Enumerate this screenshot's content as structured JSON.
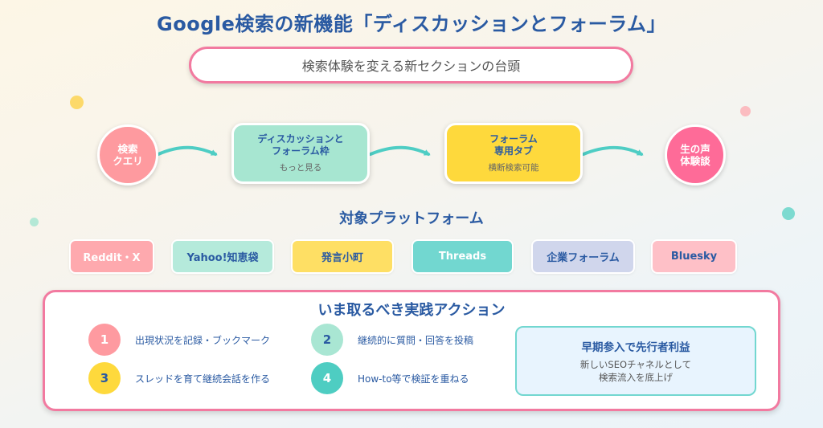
{
  "title": "Google検索の新機能「ディスカッションとフォーラム」",
  "subtitle": "検索体験を変える新セクションの台頭",
  "flow": {
    "start": {
      "line1": "検索",
      "line2": "クエリ",
      "color": "#fe9a9f"
    },
    "step1": {
      "line1": "ディスカッションと",
      "line2": "フォーラム枠",
      "sub": "もっと見る",
      "color": "#a7e6d1"
    },
    "step2": {
      "line1": "フォーラム",
      "line2": "専用タブ",
      "sub": "横断検索可能",
      "color": "#fed93c"
    },
    "end": {
      "line1": "生の声",
      "line2": "体験談",
      "color": "#fe6b98"
    },
    "arrow_color": "#4ecdc4"
  },
  "platforms": {
    "title": "対象プラットフォーム",
    "items": [
      {
        "label": "Reddit・X",
        "color": "#fea9ae"
      },
      {
        "label": "Yahoo!知恵袋",
        "color": "#b5eadb"
      },
      {
        "label": "発言小町",
        "color": "#fedf64"
      },
      {
        "label": "Threads",
        "color": "#72d7d0"
      },
      {
        "label": "企業フォーラム",
        "color": "#d0d6ec"
      },
      {
        "label": "Bluesky",
        "color": "#fec0c7"
      }
    ]
  },
  "actions": {
    "title": "いま取るべき実践アクション",
    "items": [
      {
        "num": "1",
        "text": "出現状況を記録・ブックマーク"
      },
      {
        "num": "2",
        "text": "継続的に質問・回答を投稿"
      },
      {
        "num": "3",
        "text": "スレッドを育て継続会話を作る"
      },
      {
        "num": "4",
        "text": "How-to等で検証を重ねる"
      }
    ],
    "benefit": {
      "title": "早期参入で先行者利益",
      "line1": "新しいSEOチャネルとして",
      "line2": "検索流入を底上げ"
    }
  },
  "colors": {
    "heading": "#2a5aa2",
    "accent_pink": "#f27aa0",
    "accent_teal": "#4ecdc4"
  }
}
